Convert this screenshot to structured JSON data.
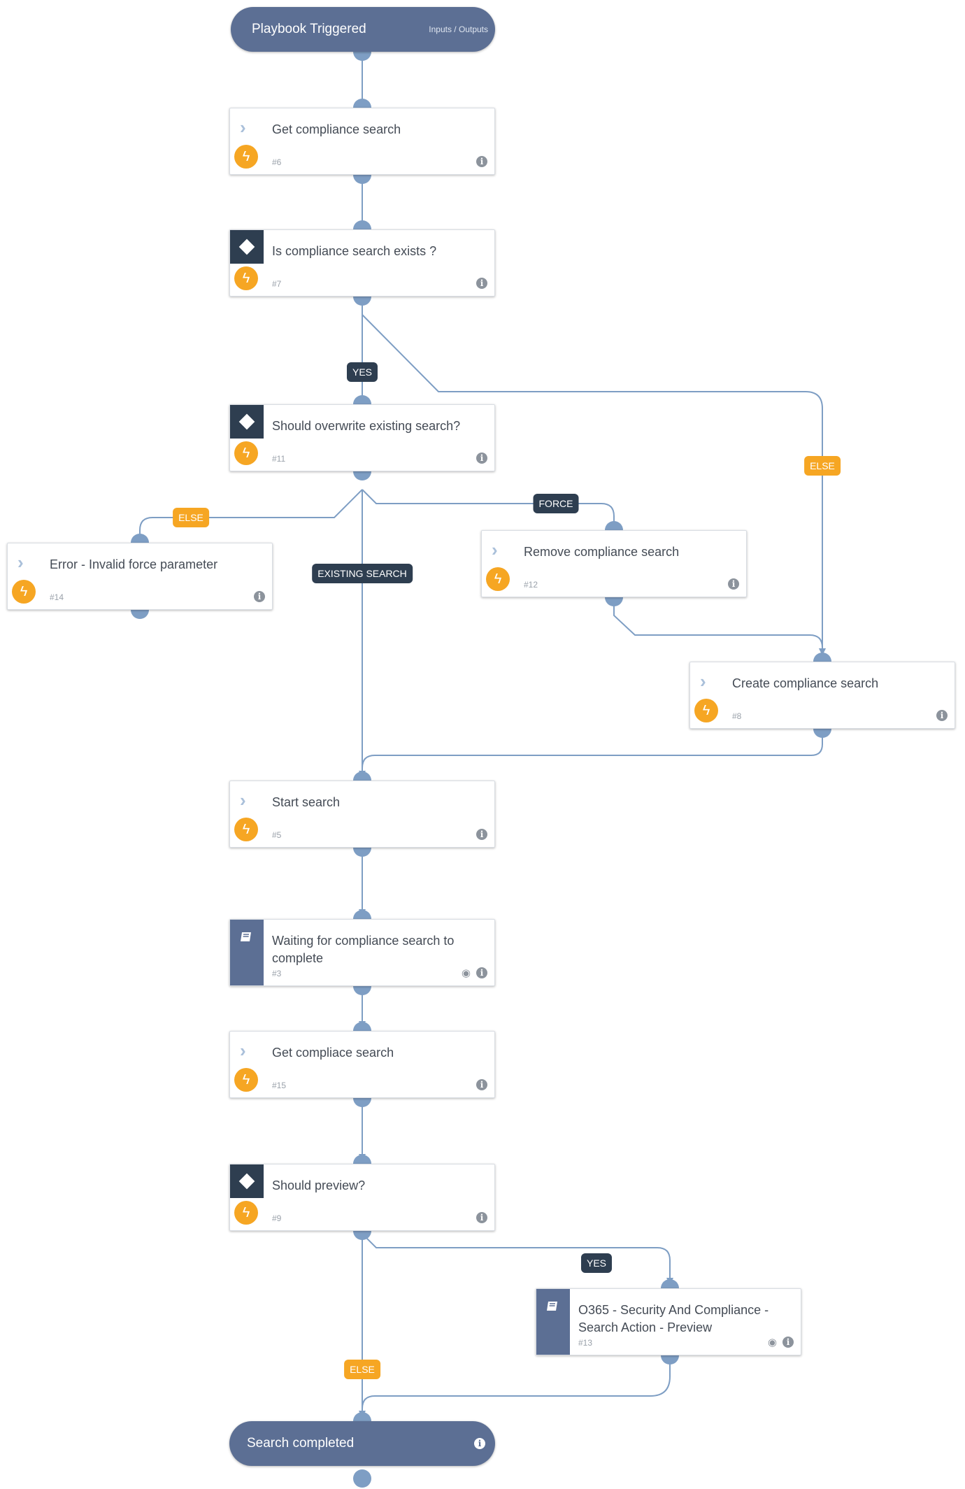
{
  "start": {
    "title": "Playbook Triggered",
    "io_link": "Inputs / Outputs"
  },
  "end": {
    "title": "Search completed"
  },
  "nodes": {
    "n6": {
      "name": "Get compliance search",
      "id": "#6",
      "kind": "action"
    },
    "n7": {
      "name": "Is compliance search exists ?",
      "id": "#7",
      "kind": "condition"
    },
    "n11": {
      "name": "Should overwrite existing search?",
      "id": "#11",
      "kind": "condition"
    },
    "n14": {
      "name": "Error - Invalid force parameter",
      "id": "#14",
      "kind": "action"
    },
    "n12": {
      "name": "Remove compliance search",
      "id": "#12",
      "kind": "action"
    },
    "n8": {
      "name": "Create compliance search",
      "id": "#8",
      "kind": "action"
    },
    "n5": {
      "name": "Start search",
      "id": "#5",
      "kind": "action"
    },
    "n3": {
      "name": "Waiting for compliance search to complete",
      "id": "#3",
      "kind": "playbook"
    },
    "n15": {
      "name": "Get compliace search",
      "id": "#15",
      "kind": "action"
    },
    "n9": {
      "name": "Should preview?",
      "id": "#9",
      "kind": "condition"
    },
    "n13": {
      "name": "O365 - Security And Compliance - Search Action - Preview",
      "id": "#13",
      "kind": "playbook"
    }
  },
  "edge_labels": {
    "yes_1": "YES",
    "else_1": "ELSE",
    "else_2": "ELSE",
    "force": "FORCE",
    "existing": "EXISTING SEARCH",
    "yes_2": "YES",
    "else_3": "ELSE"
  },
  "colors": {
    "edge": "#7e9ec4",
    "dark": "#2e3e50",
    "accent": "#f6a623",
    "pill": "#5c6f94"
  },
  "icons": {
    "action": "chevron-icon",
    "trigger": "lightning-icon",
    "condition": "diamond-icon",
    "playbook": "book-icon",
    "info": "info-icon",
    "preview": "eye-icon"
  }
}
